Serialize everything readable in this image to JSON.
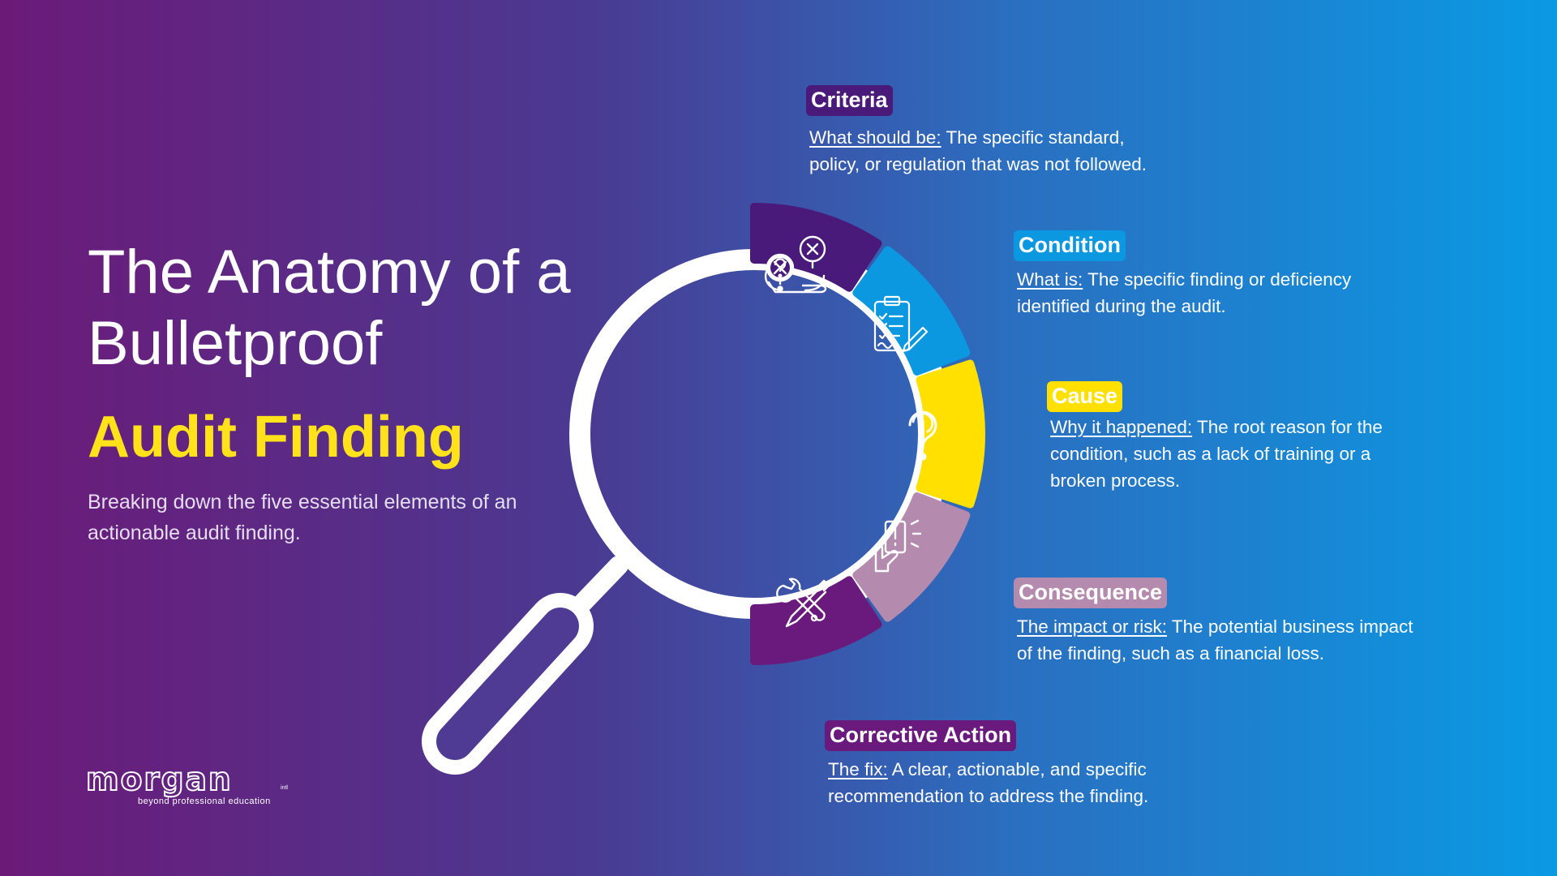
{
  "header": {
    "title": "The Anatomy of a Bulletproof",
    "title_accent": "Audit Finding",
    "subtitle": "Breaking down the five essential elements of an actionable audit finding."
  },
  "elements": [
    {
      "tag": "Criteria",
      "lead": "What should be:",
      "text": " The specific standard, policy, or regulation that was not followed.",
      "color": "#4a1a7a",
      "icon": "map-question-cross-icon"
    },
    {
      "tag": "Condition",
      "lead": "What is:",
      "text": " The specific finding or deficiency identified during the audit.",
      "color": "#0b98e0",
      "icon": "clipboard-checklist-icon"
    },
    {
      "tag": "Cause",
      "lead": "Why it happened:",
      "text": " The root reason for the condition, such as a lack of training or a broken process.",
      "color": "#ffe000",
      "icon": "question-mark-icon"
    },
    {
      "tag": "Consequence",
      "lead": "The impact or risk:",
      "text": " The potential business impact of the finding, such as a financial loss.",
      "color": "#b48aae",
      "icon": "hand-alert-card-icon"
    },
    {
      "tag": "Corrective Action",
      "lead": "The fix:",
      "text": " A clear, actionable, and specific recommendation to address the finding.",
      "color": "#6a1a7c",
      "icon": "tools-wrench-screwdriver-icon"
    }
  ],
  "logo": {
    "wordmark": "morgan",
    "superscript": "intl",
    "tagline": "beyond professional education"
  }
}
